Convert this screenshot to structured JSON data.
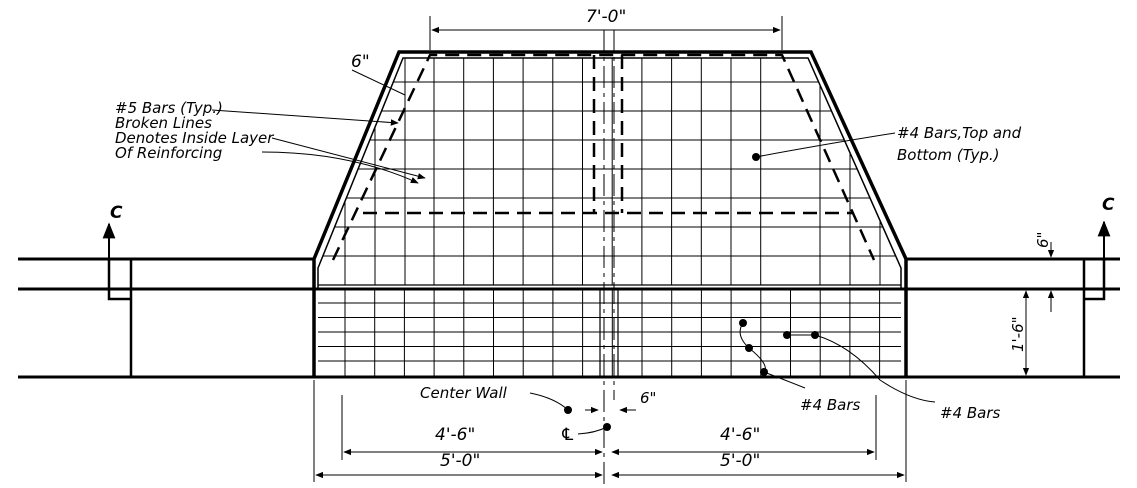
{
  "labels": {
    "top_width": "7'-0\"",
    "slope_cover": "6\"",
    "bar5_line1": "#5 Bars (Typ.)",
    "bar5_line2": "Broken Lines",
    "bar5_line3": "Denotes Inside Layer",
    "bar5_line4": "Of Reinforcing",
    "bar4_top_line1": "#4 Bars,Top and",
    "bar4_top_line2": "Bottom (Typ.)",
    "section_left": "C",
    "section_right": "C",
    "slab_thickness": "6\"",
    "wall_height": "1'-6\"",
    "center_wall": "Center Wall",
    "centerline": "℄",
    "center_cover": "6\"",
    "bar4_a": "#4 Bars",
    "bar4_b": "#4 Bars",
    "inner_left": "4'-6\"",
    "inner_right": "4'-6\"",
    "outer_left": "5'-0\"",
    "outer_right": "5'-0\""
  }
}
